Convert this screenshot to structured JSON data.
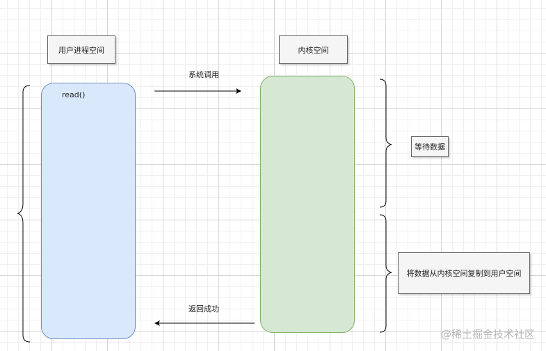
{
  "labels": {
    "user_space": "用户进程空间",
    "kernel_space": "内核空间",
    "read_call": "read()",
    "syscall": "系统调用",
    "return_success": "返回成功",
    "wait_data": "等待数据",
    "copy_data": "将数据从内核空间复制到用户空间"
  },
  "watermark": "@稀土掘金技术社区",
  "colors": {
    "user_fill": "#dae8fc",
    "user_stroke": "#6c8ebf",
    "kernel_fill": "#d5e8d4",
    "kernel_stroke": "#82b366",
    "line": "#000000"
  }
}
